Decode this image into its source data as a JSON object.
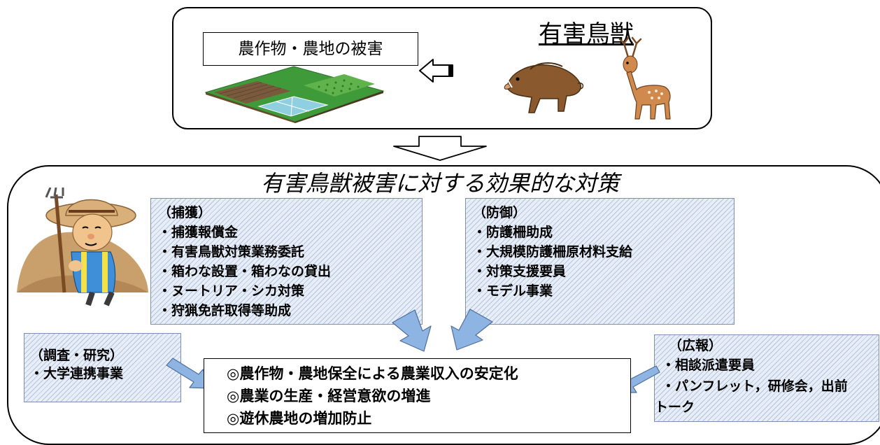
{
  "top": {
    "crop_label": "農作物・農地の被害",
    "pests_title": "有害鳥獣"
  },
  "main": {
    "title": "有害鳥獣被害に対する効果的な対策"
  },
  "capture": {
    "head": "（捕獲）",
    "items": [
      "・捕獲報償金",
      "・有害鳥獣対策業務委託",
      "・箱わな設置・箱わなの貸出",
      "・ヌートリア・シカ対策",
      "・狩猟免許取得等助成"
    ]
  },
  "defense": {
    "head": "（防御）",
    "items": [
      "・防護柵助成",
      "・大規模防護柵原材料支給",
      "・対策支援要員",
      "・モデル事業"
    ]
  },
  "research": {
    "head": "（調査・研究）",
    "items": [
      "・大学連携事業"
    ]
  },
  "pr": {
    "head": "（広報）",
    "items": [
      "・相談派遣要員",
      "・パンフレット，研修会，出前",
      "トーク"
    ]
  },
  "outcomes": [
    "◎農作物・農地保全による農業収入の安定化",
    "◎農業の生産・経営意欲の増進",
    "◎遊休農地の増加防止"
  ],
  "colors": {
    "hatch_fill": "#e8eef7",
    "arrow_blue": "#8eb4e3",
    "field_green": "#3f9a3a"
  }
}
